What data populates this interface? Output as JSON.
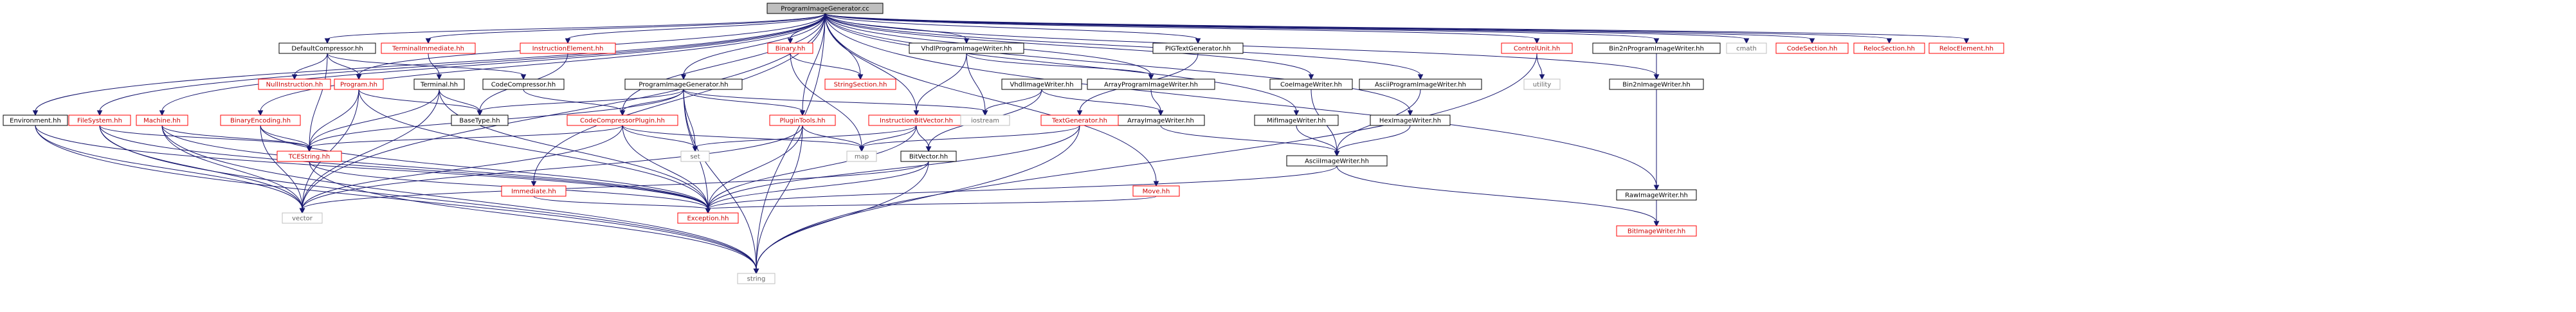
{
  "colors": {
    "edge": "#191970",
    "root_fill": "#bfbfbf",
    "normal_fill": "#ffffff",
    "normal_border": "#000000",
    "missing_border": "#ff0000",
    "undocumented_border": "#bfbfbf",
    "label_dark": "#000000",
    "label_missing": "#cc0000",
    "label_light": "#666666"
  },
  "nodes": [
    {
      "id": "root",
      "label": "ProgramImageGenerator.cc",
      "style": "root"
    },
    {
      "id": "env",
      "label": "Environment.hh",
      "style": "normal"
    },
    {
      "id": "fs",
      "label": "FileSystem.hh",
      "style": "missing"
    },
    {
      "id": "machine",
      "label": "Machine.hh",
      "style": "missing"
    },
    {
      "id": "binenc",
      "label": "BinaryEncoding.hh",
      "style": "missing"
    },
    {
      "id": "defcomp",
      "label": "DefaultCompressor.hh",
      "style": "normal"
    },
    {
      "id": "nullinstr",
      "label": "NullInstruction.hh",
      "style": "missing"
    },
    {
      "id": "program",
      "label": "Program.hh",
      "style": "missing"
    },
    {
      "id": "termimm",
      "label": "TerminalImmediate.hh",
      "style": "missing"
    },
    {
      "id": "terminal",
      "label": "Terminal.hh",
      "style": "normal"
    },
    {
      "id": "instrel",
      "label": "InstructionElement.hh",
      "style": "missing"
    },
    {
      "id": "codecomp",
      "label": "CodeCompressor.hh",
      "style": "normal"
    },
    {
      "id": "pig",
      "label": "ProgramImageGenerator.hh",
      "style": "normal"
    },
    {
      "id": "basetype",
      "label": "BaseType.hh",
      "style": "normal"
    },
    {
      "id": "ccplugin",
      "label": "CodeCompressorPlugin.hh",
      "style": "missing"
    },
    {
      "id": "tcestring",
      "label": "TCEString.hh",
      "style": "missing"
    },
    {
      "id": "immediate",
      "label": "Immediate.hh",
      "style": "missing"
    },
    {
      "id": "plugintools",
      "label": "PluginTools.hh",
      "style": "missing"
    },
    {
      "id": "binary",
      "label": "Binary.hh",
      "style": "missing"
    },
    {
      "id": "strsection",
      "label": "StringSection.hh",
      "style": "missing"
    },
    {
      "id": "ibv",
      "label": "InstructionBitVector.hh",
      "style": "missing"
    },
    {
      "id": "bitvector",
      "label": "BitVector.hh",
      "style": "normal"
    },
    {
      "id": "exception",
      "label": "Exception.hh",
      "style": "missing"
    },
    {
      "id": "vhdlpig",
      "label": "VhdlProgramImageWriter.hh",
      "style": "normal"
    },
    {
      "id": "vhdliw",
      "label": "VhdlImageWriter.hh",
      "style": "normal"
    },
    {
      "id": "iostream",
      "label": "iostream",
      "style": "undocumented"
    },
    {
      "id": "piqtg",
      "label": "PIGTextGenerator.hh",
      "style": "normal"
    },
    {
      "id": "apiw",
      "label": "ArrayProgramImageWriter.hh",
      "style": "normal"
    },
    {
      "id": "aiw",
      "label": "ArrayImageWriter.hh",
      "style": "normal"
    },
    {
      "id": "textgen",
      "label": "TextGenerator.hh",
      "style": "missing"
    },
    {
      "id": "map",
      "label": "map",
      "style": "undocumented"
    },
    {
      "id": "set",
      "label": "set",
      "style": "undocumented"
    },
    {
      "id": "vector",
      "label": "vector",
      "style": "undocumented"
    },
    {
      "id": "string",
      "label": "string",
      "style": "undocumented"
    },
    {
      "id": "move",
      "label": "Move.hh",
      "style": "missing"
    },
    {
      "id": "coeiw",
      "label": "CoeImageWriter.hh",
      "style": "normal"
    },
    {
      "id": "mifiw",
      "label": "MifImageWriter.hh",
      "style": "normal"
    },
    {
      "id": "asciipiw",
      "label": "AsciiProgramImageWriter.hh",
      "style": "normal"
    },
    {
      "id": "hexiw",
      "label": "HexImageWriter.hh",
      "style": "normal"
    },
    {
      "id": "asciiiw",
      "label": "AsciiImageWriter.hh",
      "style": "normal"
    },
    {
      "id": "cu",
      "label": "ControlUnit.hh",
      "style": "missing"
    },
    {
      "id": "utility",
      "label": "utility",
      "style": "undocumented"
    },
    {
      "id": "b2piw",
      "label": "Bin2nProgramImageWriter.hh",
      "style": "normal"
    },
    {
      "id": "b2iw",
      "label": "Bin2nImageWriter.hh",
      "style": "normal"
    },
    {
      "id": "rawiw",
      "label": "RawImageWriter.hh",
      "style": "normal"
    },
    {
      "id": "bitiw",
      "label": "BitImageWriter.hh",
      "style": "missing"
    },
    {
      "id": "cmath",
      "label": "cmath",
      "style": "undocumented"
    },
    {
      "id": "codesec",
      "label": "CodeSection.hh",
      "style": "missing"
    },
    {
      "id": "relocsec",
      "label": "RelocSection.hh",
      "style": "missing"
    },
    {
      "id": "relocel",
      "label": "RelocElement.hh",
      "style": "missing"
    }
  ],
  "edges": [
    [
      "root",
      "env"
    ],
    [
      "root",
      "fs"
    ],
    [
      "root",
      "machine"
    ],
    [
      "root",
      "binenc"
    ],
    [
      "root",
      "defcomp"
    ],
    [
      "root",
      "termimm"
    ],
    [
      "root",
      "instrel"
    ],
    [
      "root",
      "pig"
    ],
    [
      "root",
      "ccplugin"
    ],
    [
      "root",
      "plugintools"
    ],
    [
      "root",
      "binary"
    ],
    [
      "root",
      "strsection"
    ],
    [
      "root",
      "vhdlpig"
    ],
    [
      "root",
      "piqtg"
    ],
    [
      "root",
      "apiw"
    ],
    [
      "root",
      "immediate"
    ],
    [
      "root",
      "ibv"
    ],
    [
      "root",
      "program"
    ],
    [
      "root",
      "vector"
    ],
    [
      "root",
      "string"
    ],
    [
      "root",
      "move"
    ],
    [
      "root",
      "coeiw"
    ],
    [
      "root",
      "mifiw"
    ],
    [
      "root",
      "asciipiw"
    ],
    [
      "root",
      "hexiw"
    ],
    [
      "root",
      "cu"
    ],
    [
      "root",
      "b2piw"
    ],
    [
      "root",
      "b2iw"
    ],
    [
      "root",
      "rawiw"
    ],
    [
      "root",
      "cmath"
    ],
    [
      "root",
      "codesec"
    ],
    [
      "root",
      "relocsec"
    ],
    [
      "root",
      "relocel"
    ],
    [
      "env",
      "vector"
    ],
    [
      "env",
      "string"
    ],
    [
      "env",
      "exception"
    ],
    [
      "fs",
      "tcestring"
    ],
    [
      "fs",
      "exception"
    ],
    [
      "fs",
      "vector"
    ],
    [
      "fs",
      "string"
    ],
    [
      "machine",
      "tcestring"
    ],
    [
      "machine",
      "vector"
    ],
    [
      "machine",
      "exception"
    ],
    [
      "machine",
      "string"
    ],
    [
      "binenc",
      "tcestring"
    ],
    [
      "binenc",
      "vector"
    ],
    [
      "binenc",
      "exception"
    ],
    [
      "defcomp",
      "nullinstr"
    ],
    [
      "defcomp",
      "program"
    ],
    [
      "defcomp",
      "codecomp"
    ],
    [
      "defcomp",
      "tcestring"
    ],
    [
      "program",
      "tcestring"
    ],
    [
      "program",
      "basetype"
    ],
    [
      "program",
      "exception"
    ],
    [
      "program",
      "vector"
    ],
    [
      "termimm",
      "terminal"
    ],
    [
      "terminal",
      "basetype"
    ],
    [
      "terminal",
      "tcestring"
    ],
    [
      "terminal",
      "exception"
    ],
    [
      "terminal",
      "vector"
    ],
    [
      "instrel",
      "basetype"
    ],
    [
      "codecomp",
      "ccplugin"
    ],
    [
      "pig",
      "basetype"
    ],
    [
      "pig",
      "ccplugin"
    ],
    [
      "pig",
      "plugintools"
    ],
    [
      "pig",
      "tcestring"
    ],
    [
      "pig",
      "set"
    ],
    [
      "pig",
      "string"
    ],
    [
      "pig",
      "iostream"
    ],
    [
      "pig",
      "exception"
    ],
    [
      "ccplugin",
      "tcestring"
    ],
    [
      "ccplugin",
      "map"
    ],
    [
      "ccplugin",
      "set"
    ],
    [
      "ccplugin",
      "exception"
    ],
    [
      "ccplugin",
      "vector"
    ],
    [
      "tcestring",
      "string"
    ],
    [
      "tcestring",
      "exception"
    ],
    [
      "immediate",
      "exception"
    ],
    [
      "plugintools",
      "map"
    ],
    [
      "plugintools",
      "exception"
    ],
    [
      "plugintools",
      "string"
    ],
    [
      "plugintools",
      "vector"
    ],
    [
      "binary",
      "strsection"
    ],
    [
      "binary",
      "map"
    ],
    [
      "ibv",
      "bitvector"
    ],
    [
      "ibv",
      "exception"
    ],
    [
      "ibv",
      "set"
    ],
    [
      "ibv",
      "map"
    ],
    [
      "bitvector",
      "exception"
    ],
    [
      "bitvector",
      "string"
    ],
    [
      "bitvector",
      "vector"
    ],
    [
      "vhdlpig",
      "ibv"
    ],
    [
      "vhdlpig",
      "iostream"
    ],
    [
      "vhdlpig",
      "apiw"
    ],
    [
      "vhdliw",
      "iostream"
    ],
    [
      "vhdliw",
      "bitvector"
    ],
    [
      "vhdliw",
      "aiw"
    ],
    [
      "piqtg",
      "textgen"
    ],
    [
      "apiw",
      "aiw"
    ],
    [
      "aiw",
      "asciiiw"
    ],
    [
      "textgen",
      "map"
    ],
    [
      "textgen",
      "exception"
    ],
    [
      "textgen",
      "string"
    ],
    [
      "move",
      "exception"
    ],
    [
      "coeiw",
      "asciiiw"
    ],
    [
      "mifiw",
      "asciiiw"
    ],
    [
      "asciipiw",
      "asciiiw"
    ],
    [
      "hexiw",
      "asciiiw"
    ],
    [
      "asciiiw",
      "exception"
    ],
    [
      "asciiiw",
      "bitiw"
    ],
    [
      "cu",
      "utility"
    ],
    [
      "cu",
      "string"
    ],
    [
      "b2piw",
      "b2iw"
    ],
    [
      "b2iw",
      "bitiw"
    ],
    [
      "rawiw",
      "bitiw"
    ]
  ]
}
